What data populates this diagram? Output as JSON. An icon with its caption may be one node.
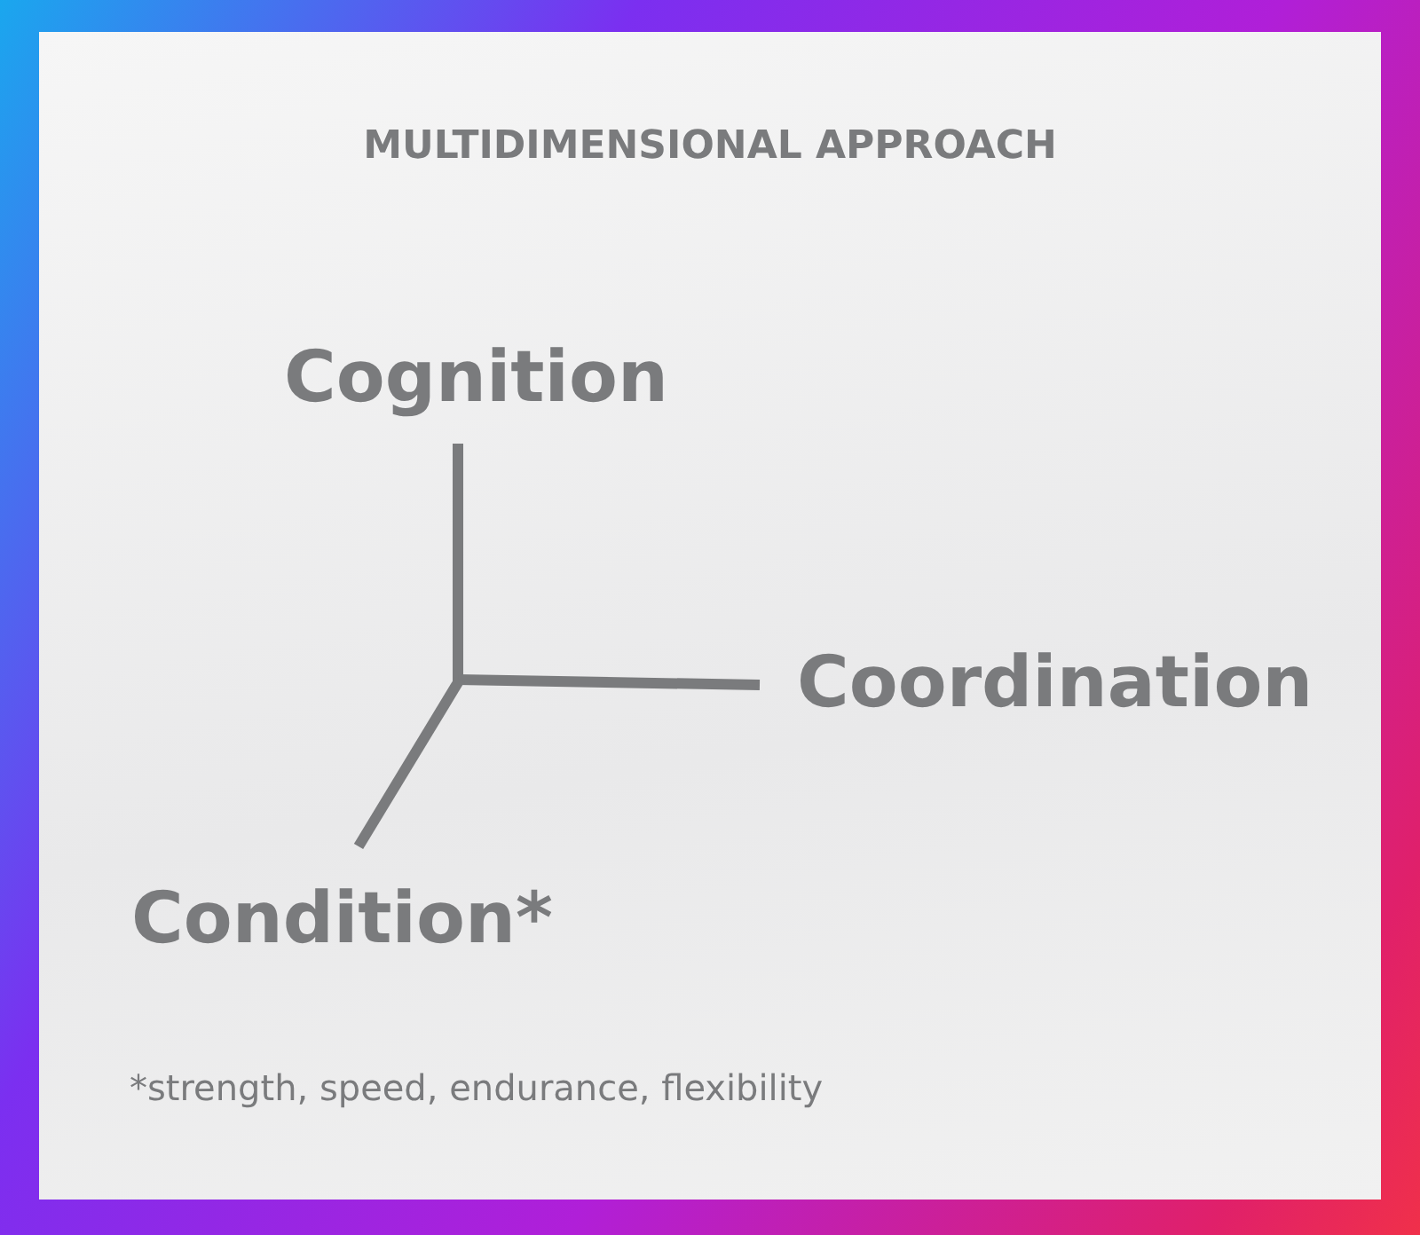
{
  "diagram": {
    "title": "MULTIDIMENSIONAL APPROACH",
    "labels": [
      "Cognition",
      "Coordination",
      "Condition*",
      "*strength, speed, endurance, flexibility"
    ]
  }
}
